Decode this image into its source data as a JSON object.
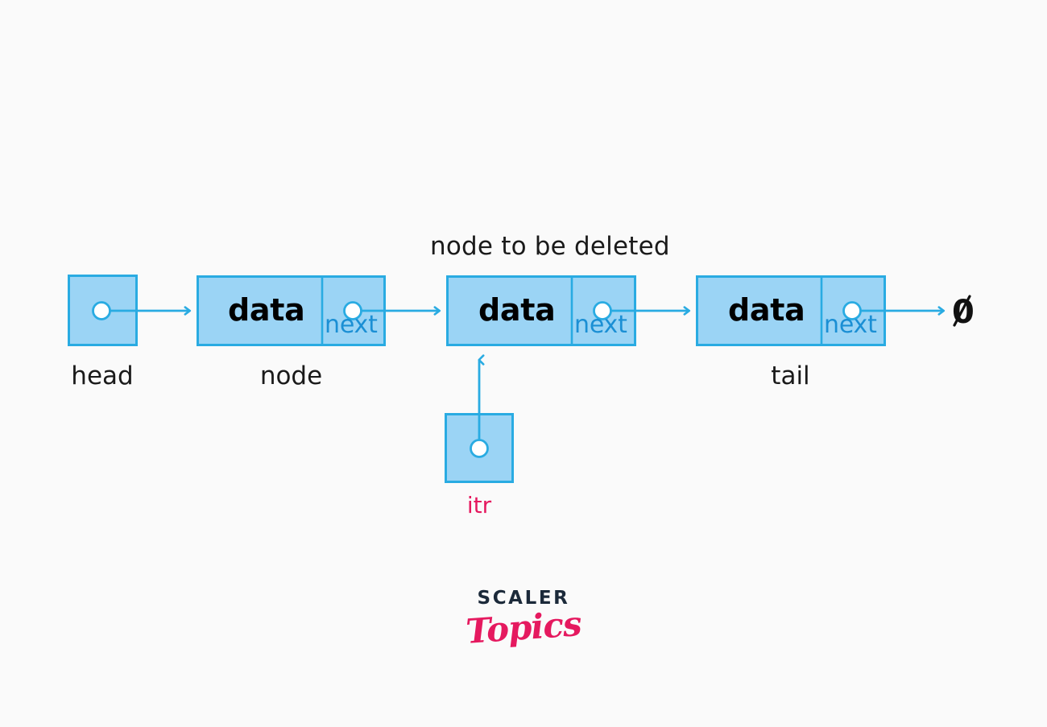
{
  "page": {
    "title": "Singly Linked List – delete node illustration",
    "background_color": "#fafafa"
  },
  "theme": {
    "box_fill": "#9bd4f5",
    "box_stroke": "#29abe2",
    "arrow_color": "#29abe2",
    "pointer_dot_fill": "#ffffff",
    "data_text_color": "#000000",
    "next_text_color": "#1b8fd4",
    "label_text_color": "#1a1a1a",
    "accent_pink": "#e5195f",
    "logo_dark": "#1c2a3a"
  },
  "annotations": {
    "deleted_caption": "node to be deleted",
    "null_symbol": "0"
  },
  "nodes": [
    {
      "id": "head",
      "label": "head",
      "kind": "pointer-box",
      "data_text": null,
      "next_text": null
    },
    {
      "id": "node",
      "label": "node",
      "kind": "list-node",
      "data_text": "data",
      "next_text": "next"
    },
    {
      "id": "target",
      "label": "",
      "kind": "list-node",
      "data_text": "data",
      "next_text": "next"
    },
    {
      "id": "tail",
      "label": "tail",
      "kind": "list-node",
      "data_text": "data",
      "next_text": "next"
    }
  ],
  "iterator": {
    "label": "itr",
    "kind": "pointer-box",
    "points_to": "target"
  },
  "logo": {
    "line1": "SCALER",
    "line2": "Topics"
  }
}
